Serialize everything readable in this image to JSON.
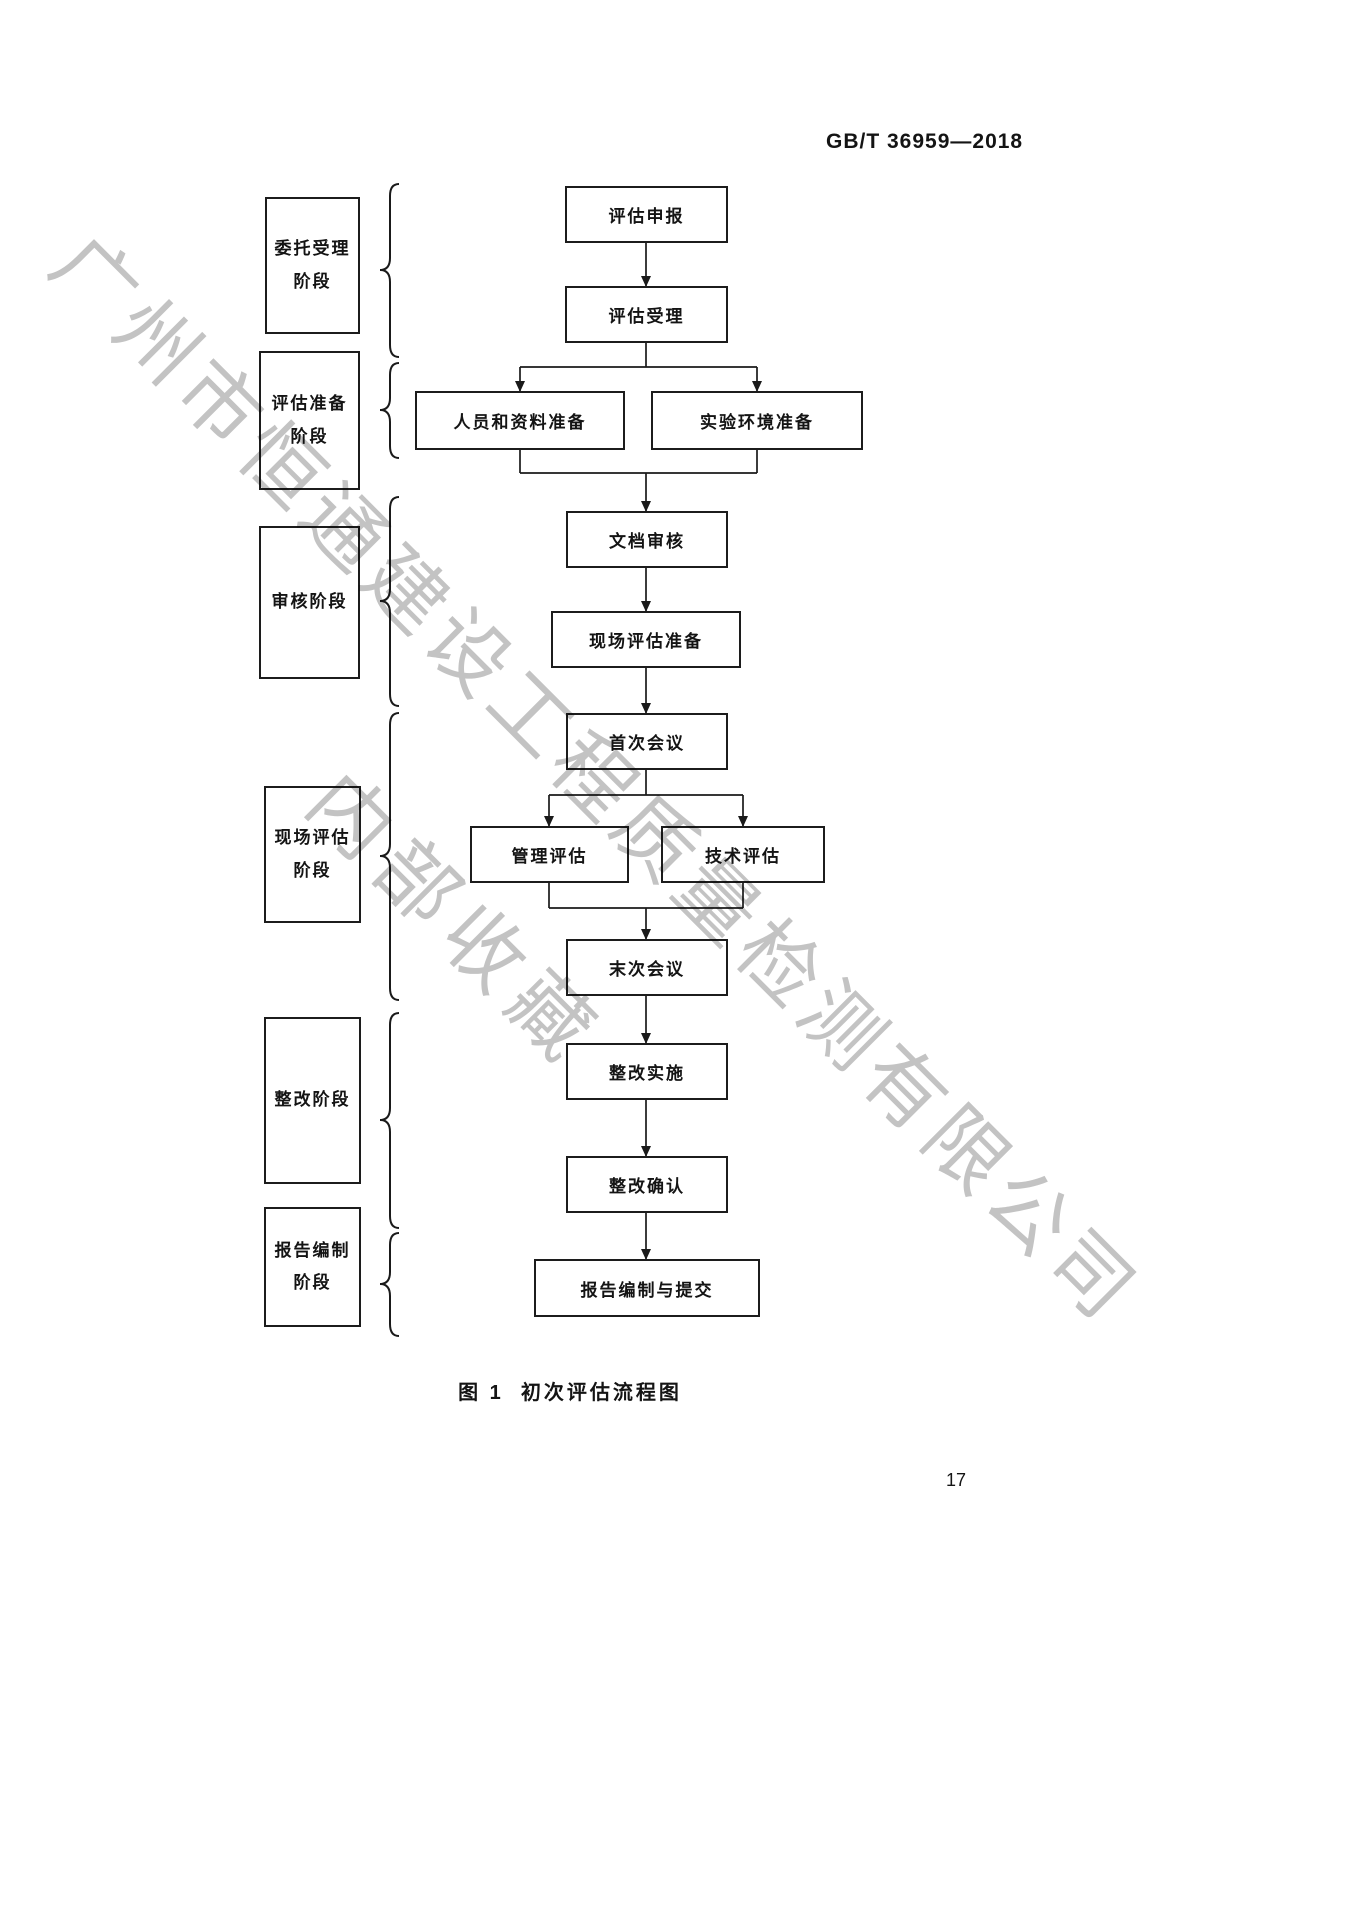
{
  "header": {
    "standard_code": "GB/T 36959—2018"
  },
  "watermark": {
    "line1": "广州市恒通建设工程质量检测有限公司",
    "line2": "内部收藏"
  },
  "colors": {
    "ink": "#1a1a1a",
    "watermark": "#c3c3c3"
  },
  "stages": [
    {
      "label": "委托受理\n阶段"
    },
    {
      "label": "评估准备\n阶段"
    },
    {
      "label": "审核阶段"
    },
    {
      "label": "现场评估\n阶段"
    },
    {
      "label": "整改阶段"
    },
    {
      "label": "报告编制\n阶段"
    }
  ],
  "flow": {
    "nodes": [
      {
        "label": "评估申报"
      },
      {
        "label": "评估受理"
      },
      {
        "label": "人员和资料准备"
      },
      {
        "label": "实验环境准备"
      },
      {
        "label": "文档审核"
      },
      {
        "label": "现场评估准备"
      },
      {
        "label": "首次会议"
      },
      {
        "label": "管理评估"
      },
      {
        "label": "技术评估"
      },
      {
        "label": "末次会议"
      },
      {
        "label": "整改实施"
      },
      {
        "label": "整改确认"
      },
      {
        "label": "报告编制与提交"
      }
    ],
    "edges": [
      {
        "from": "评估申报",
        "to": "评估受理"
      },
      {
        "from": "评估受理",
        "to": "人员和资料准备"
      },
      {
        "from": "评估受理",
        "to": "实验环境准备"
      },
      {
        "from": "人员和资料准备",
        "to": "文档审核"
      },
      {
        "from": "实验环境准备",
        "to": "文档审核"
      },
      {
        "from": "文档审核",
        "to": "现场评估准备"
      },
      {
        "from": "现场评估准备",
        "to": "首次会议"
      },
      {
        "from": "首次会议",
        "to": "管理评估"
      },
      {
        "from": "首次会议",
        "to": "技术评估"
      },
      {
        "from": "管理评估",
        "to": "末次会议"
      },
      {
        "from": "技术评估",
        "to": "末次会议"
      },
      {
        "from": "末次会议",
        "to": "整改实施"
      },
      {
        "from": "整改实施",
        "to": "整改确认"
      },
      {
        "from": "整改确认",
        "to": "报告编制与提交"
      }
    ]
  },
  "caption": "图 1  初次评估流程图",
  "page_number": "17"
}
